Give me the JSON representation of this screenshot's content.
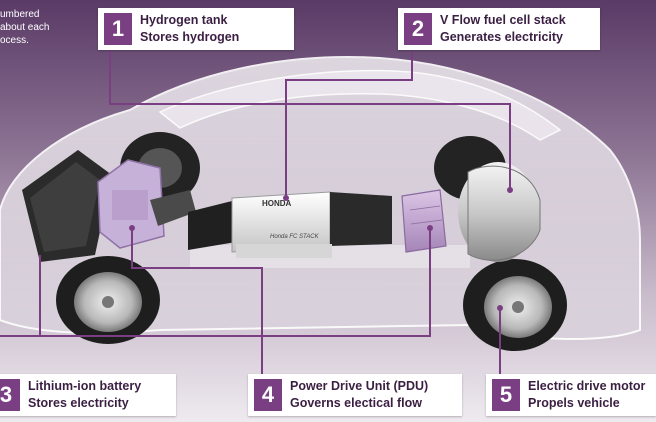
{
  "intro": {
    "line1": "umbered",
    "line2": "about each",
    "line3": "ocess."
  },
  "callouts": [
    {
      "number": "1",
      "title": "Hydrogen tank",
      "desc": "Stores hydrogen"
    },
    {
      "number": "2",
      "title": "V Flow fuel cell stack",
      "desc": "Generates electricity"
    },
    {
      "number": "3",
      "title": "Lithium-ion battery",
      "desc": "Stores electricity"
    },
    {
      "number": "4",
      "title": "Power Drive Unit (PDU)",
      "desc": "Governs electical flow"
    },
    {
      "number": "5",
      "title": "Electric drive motor",
      "desc": "Propels vehicle"
    }
  ],
  "stack_labels": {
    "brand": "HONDA",
    "model": "Honda FC STACK"
  },
  "colors": {
    "accent": "#7a3f83",
    "callout_text": "#3a1f42",
    "leader_line": "#7a3f83"
  }
}
